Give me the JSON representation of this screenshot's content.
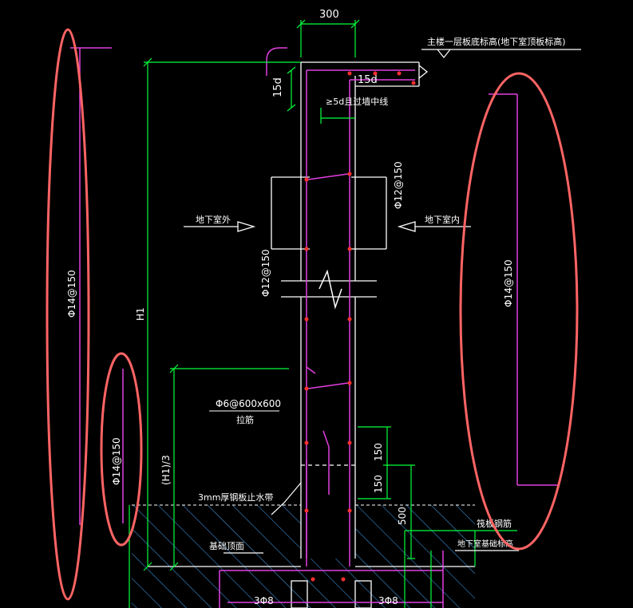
{
  "drawing": {
    "dim_300": "300",
    "level_note": "主楼一层板底标高(地下室顶板标高)",
    "dim_15d_vertical": "15d",
    "dim_15d_horizontal": "15d",
    "dim_5d_note": "≥5d且过墙中线",
    "rebar_left_outer": "Φ14@150",
    "rebar_left_inner": "Φ14@150",
    "rebar_right_outer": "Φ14@150",
    "rebar_center_right": "Φ12@150",
    "rebar_center_left": "Φ12@150",
    "label_outside": "地下室外",
    "label_inside": "地下室内",
    "dim_H1": "H1",
    "dim_H1_3": "(H1)/3",
    "tie_spec": "Φ6@600x600",
    "tie_name": "拉筋",
    "waterstop": "3mm厚钢板止水带",
    "dim_150_upper": "150",
    "dim_150_lower": "150",
    "dim_500": "500",
    "foundation_top": "基础顶面",
    "basement_top_level": "地下室基础标高",
    "foundation_rebar": "筏板钢筋",
    "bottom_bars_left": "3Φ8",
    "bottom_bars_right": "3Φ8"
  },
  "colors": {
    "background": "#000000",
    "dimension": "#00ff3c",
    "wall_rebar": "#e040e0",
    "text": "#ffffff",
    "hatch": "#3b8fd6",
    "markup": "#ff6464"
  }
}
